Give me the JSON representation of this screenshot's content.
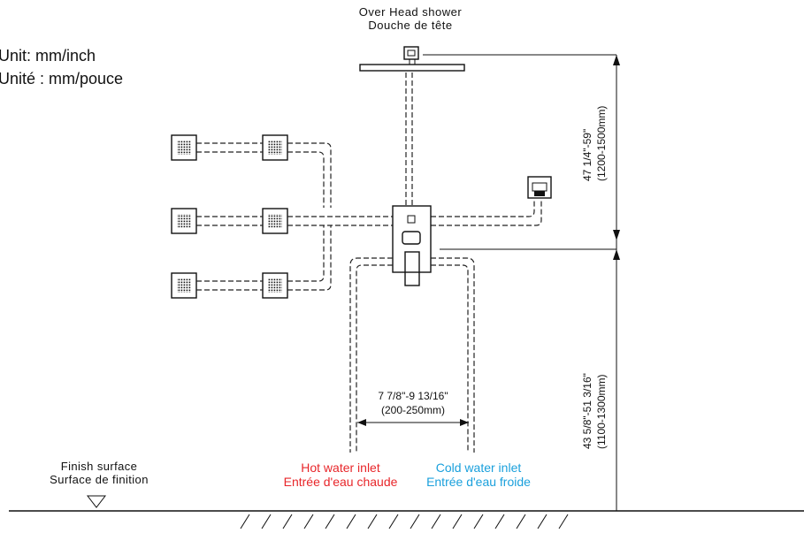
{
  "unit": {
    "line1": "Unit: mm/inch",
    "line2": "Unité : mm/pouce"
  },
  "overhead": {
    "line1": "Over Head shower",
    "line2": "Douche de tête"
  },
  "finish_surface": {
    "line1": "Finish surface",
    "line2": "Surface de finition"
  },
  "hot_inlet": {
    "line1": "Hot water inlet",
    "line2": "Entrée d'eau chaude",
    "color": "#e8262a"
  },
  "cold_inlet": {
    "line1": "Cold water inlet",
    "line2": "Entrée d'eau froide",
    "color": "#1aa0dc"
  },
  "dim_spacing": {
    "inch": "7 7/8\"-9 13/16\"",
    "mm": "(200-250mm)"
  },
  "dim_upper": {
    "inch": "47 1/4\"-59\"",
    "mm": "(1200-1500mm)"
  },
  "dim_lower": {
    "inch": "43 5/8\"-51  3/16\"",
    "mm": "(1100-1300mm)"
  },
  "icons": [
    "body-jet-icon",
    "overhead-shower-icon",
    "hand-shower-holder-icon",
    "mixer-valve-icon",
    "level-marker-icon"
  ]
}
